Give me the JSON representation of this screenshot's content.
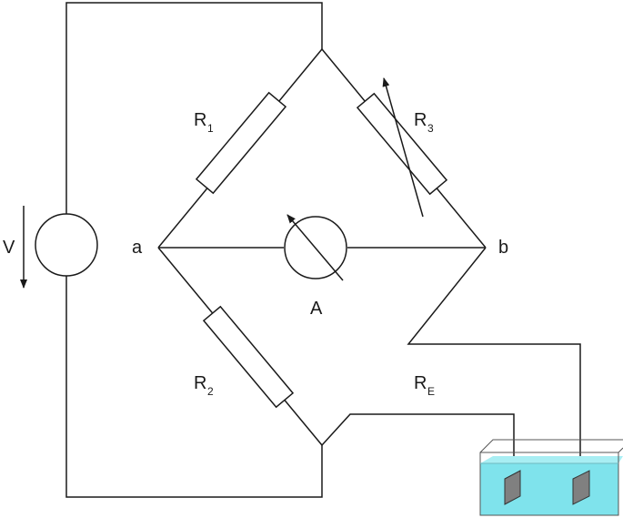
{
  "colors": {
    "line": "#1a1a1a",
    "water": "#7fe3ec",
    "electrode": "#808080",
    "tank_edge": "#555555"
  },
  "labels": {
    "voltage": "V",
    "node_a": "a",
    "node_b": "b",
    "ammeter": "A",
    "r1": {
      "main": "R",
      "sub": "1"
    },
    "r2": {
      "main": "R",
      "sub": "2"
    },
    "r3": {
      "main": "R",
      "sub": "3"
    },
    "re": {
      "main": "R",
      "sub": "E"
    }
  }
}
